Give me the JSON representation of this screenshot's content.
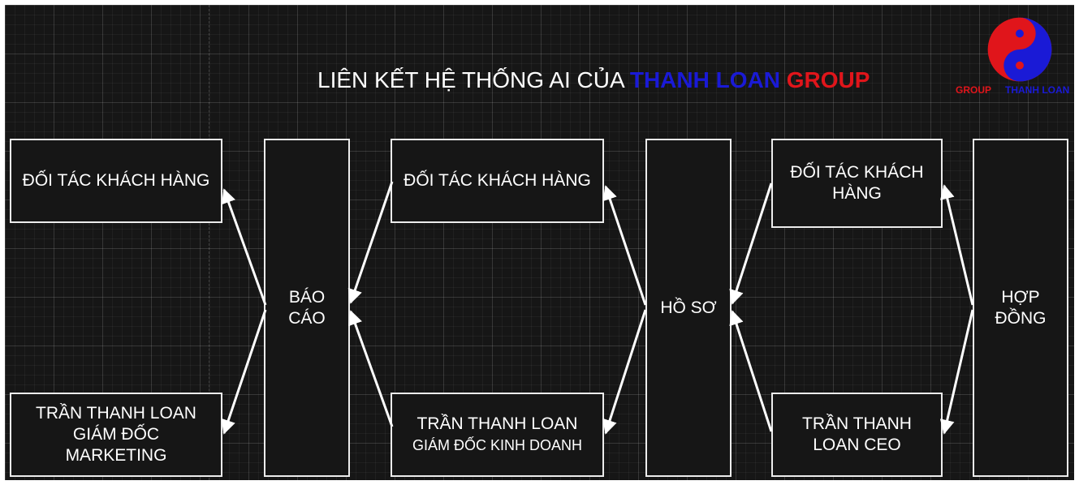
{
  "title": {
    "prefix": "LIÊN KẾT HỆ THỐNG AI CỦA ",
    "highlight_blue": "THANH LOAN",
    "highlight_red": "GROUP"
  },
  "logo": {
    "icon": "yin-yang-icon",
    "label_left": "GROUP",
    "label_right": "THANH LOAN"
  },
  "colors": {
    "background": "#161616",
    "line": "#ffffff",
    "brand_blue": "#1a1ad6",
    "brand_red": "#e0151b"
  },
  "nodes": {
    "partner_1": "ĐỐI TÁC KHÁCH HÀNG",
    "director_marketing": [
      "TRẦN THANH LOAN",
      "GIÁM ĐỐC",
      "MARKETING"
    ],
    "report": [
      "BÁO",
      "CÁO"
    ],
    "partner_2": "ĐỐI TÁC KHÁCH HÀNG",
    "director_sales": [
      "TRẦN THANH LOAN",
      "GIÁM ĐỐC KINH DOANH"
    ],
    "profile": "HỒ SƠ",
    "partner_3": [
      "ĐỐI TÁC KHÁCH",
      "HÀNG"
    ],
    "ceo": [
      "TRẦN THANH",
      "LOAN CEO"
    ],
    "contract": [
      "HỢP",
      "ĐỒNG"
    ]
  },
  "edges": [
    {
      "from": "report",
      "to": "partner_1"
    },
    {
      "from": "report",
      "to": "director_marketing"
    },
    {
      "from": "partner_2",
      "to": "report"
    },
    {
      "from": "director_sales",
      "to": "report"
    },
    {
      "from": "profile",
      "to": "partner_2"
    },
    {
      "from": "profile",
      "to": "director_sales"
    },
    {
      "from": "partner_3",
      "to": "profile"
    },
    {
      "from": "ceo",
      "to": "profile"
    },
    {
      "from": "contract",
      "to": "partner_3"
    },
    {
      "from": "contract",
      "to": "ceo"
    }
  ]
}
